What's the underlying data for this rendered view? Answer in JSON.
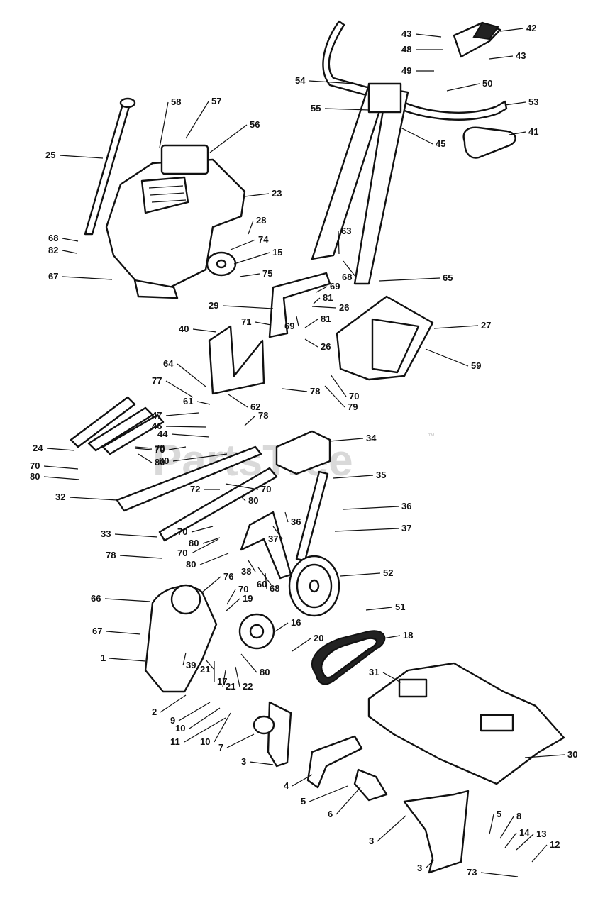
{
  "watermark": {
    "text": "PartsTree",
    "trademark": "™"
  },
  "callouts": [
    "1",
    "2",
    "3",
    "4",
    "5",
    "6",
    "7",
    "8",
    "9",
    "10",
    "11",
    "12",
    "13",
    "14",
    "15",
    "16",
    "17",
    "18",
    "19",
    "20",
    "21",
    "22",
    "23",
    "24",
    "25",
    "26",
    "27",
    "28",
    "29",
    "30",
    "31",
    "32",
    "33",
    "34",
    "35",
    "36",
    "37",
    "38",
    "39",
    "40",
    "41",
    "42",
    "43",
    "44",
    "45",
    "46",
    "47",
    "48",
    "49",
    "50",
    "51",
    "52",
    "53",
    "54",
    "55",
    "56",
    "57",
    "58",
    "59",
    "60",
    "61",
    "62",
    "63",
    "64",
    "65",
    "66",
    "67",
    "68",
    "69",
    "70",
    "71",
    "72",
    "73",
    "74",
    "75",
    "76",
    "77",
    "78",
    "79",
    "80",
    "81",
    "82"
  ]
}
